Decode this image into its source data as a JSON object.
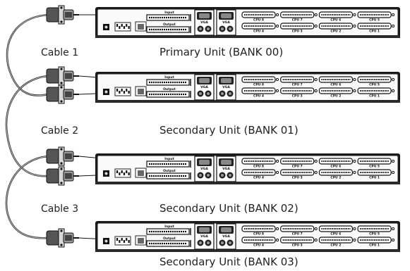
{
  "cables": [
    {
      "label": "Cable 1"
    },
    {
      "label": "Cable 2"
    },
    {
      "label": "Cable 3"
    }
  ],
  "units": [
    {
      "label": "Primary Unit (BANK 00)"
    },
    {
      "label": "Secondary Unit (BANK 01)"
    },
    {
      "label": "Secondary Unit (BANK 02)"
    },
    {
      "label": "Secondary Unit (BANK 03)"
    }
  ],
  "panel": {
    "input_label": "Input",
    "output_label": "Output",
    "vga_label": "VGA",
    "cpu_top": [
      "CPU 8",
      "CPU 7",
      "CPU 6",
      "CPU 5"
    ],
    "cpu_bottom": [
      "CPU 4",
      "CPU 3",
      "CPU 2",
      "CPU 1"
    ]
  }
}
